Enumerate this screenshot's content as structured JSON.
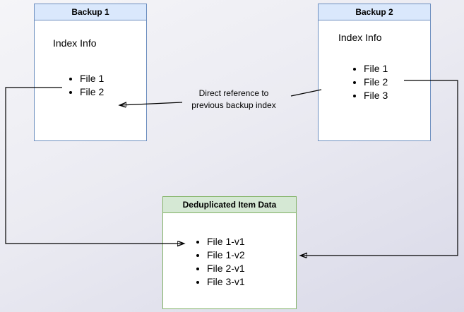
{
  "diagram": {
    "backup1": {
      "title": "Backup 1",
      "index_label": "Index Info",
      "items": [
        "File 1",
        "File 2"
      ]
    },
    "backup2": {
      "title": "Backup 2",
      "index_label": "Index Info",
      "items": [
        "File 1",
        "File 2",
        "File 3"
      ]
    },
    "dedup": {
      "title": "Deduplicated Item Data",
      "items": [
        "File 1-v1",
        "File 1-v2",
        "File 2-v1",
        "File 3-v1"
      ]
    },
    "arrow_label": {
      "line1": "Direct reference to",
      "line2": "previous backup index"
    },
    "colors": {
      "blue_fill": "#dae8fc",
      "blue_border": "#6c8ebf",
      "green_fill": "#d5e8d4",
      "green_border": "#82b366",
      "arrow": "#000000"
    }
  }
}
